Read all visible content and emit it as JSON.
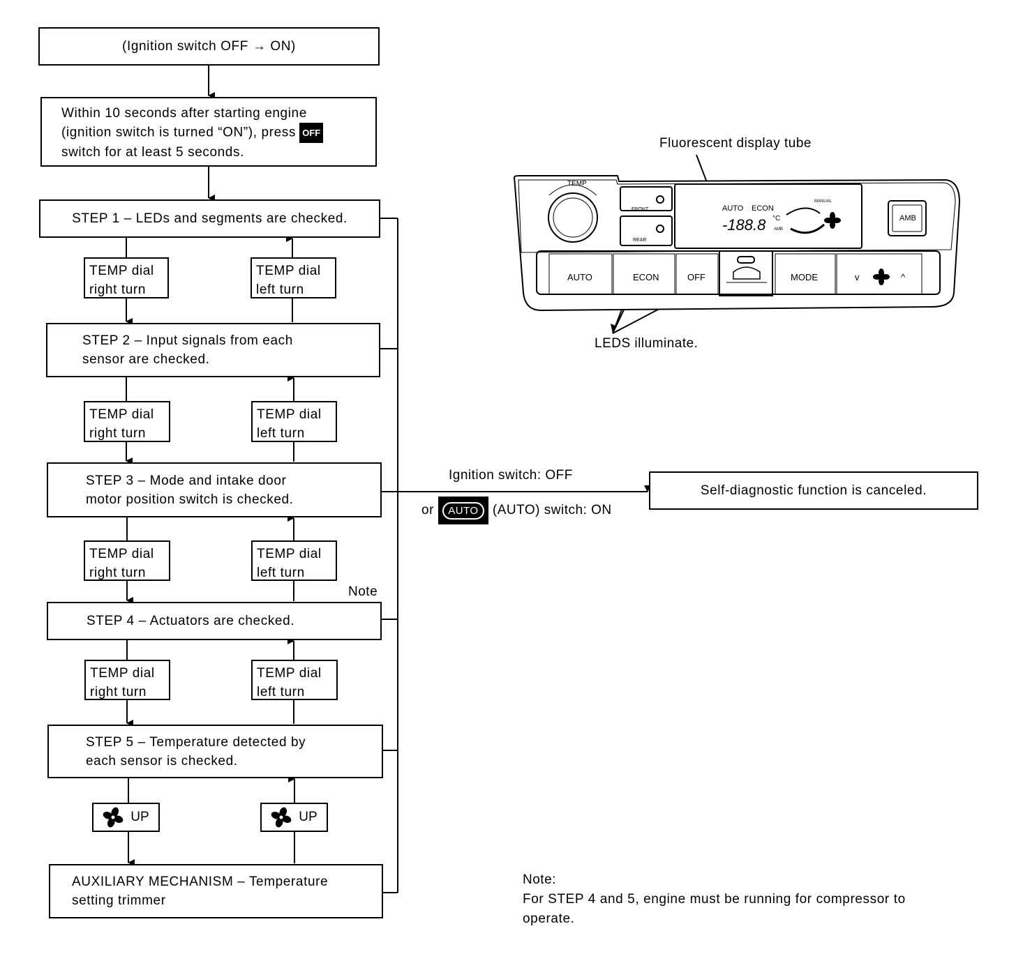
{
  "flow": {
    "ignition": "(Ignition switch OFF → ON)",
    "within_line1": "Within 10 seconds after starting engine",
    "within_line2": "(ignition switch is turned “ON”), press",
    "within_badge": "OFF",
    "within_line3": "switch for at least 5 seconds.",
    "step1": "STEP 1 – LEDs and segments are checked.",
    "step2": "STEP 2 – Input signals from each\nsensor are checked.",
    "step3": "STEP 3 – Mode and intake door\nmotor position switch is checked.",
    "step4": "STEP 4 – Actuators are checked.",
    "step5": "STEP 5 – Temperature detected by\neach sensor is checked.",
    "auxiliary": "AUXILIARY MECHANISM – Temperature\nsetting trimmer",
    "right_turn": "TEMP dial\nright turn",
    "left_turn": "TEMP dial\nleft turn",
    "fan_up": "UP",
    "note_marker": "Note"
  },
  "cancel": {
    "condition1": "Ignition switch: OFF",
    "condition2_prefix": "or",
    "condition2_badge": "AUTO",
    "condition2_suffix": "(AUTO) switch: ON",
    "result": "Self-diagnostic function is canceled."
  },
  "panel": {
    "fluorescent_label": "Fluorescent display tube",
    "leds_label": "LEDS illuminate.",
    "temp": "TEMP",
    "front": "FRONT",
    "rear": "REAR",
    "display_auto": "AUTO",
    "display_econ": "ECON",
    "display_digits": "-188.8",
    "display_unit": "°C",
    "display_amb": "AMB",
    "display_manual": "MANUAL",
    "amb_button": "AMB",
    "btn_auto": "AUTO",
    "btn_econ": "ECON",
    "btn_off": "OFF",
    "btn_mode": "MODE",
    "fan_down": "v",
    "fan_up": "^"
  },
  "note": {
    "title": "Note:",
    "body": "For STEP 4 and 5, engine must be running for compressor to\noperate."
  }
}
